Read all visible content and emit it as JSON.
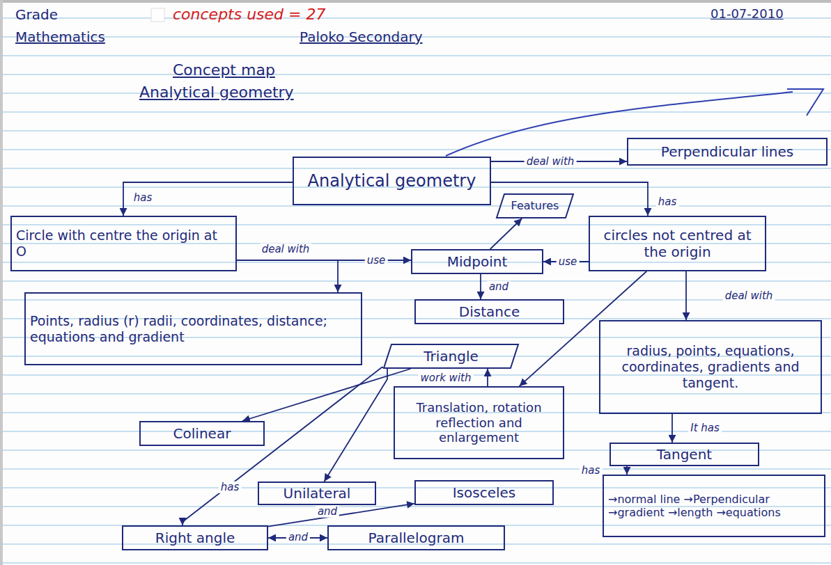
{
  "diagram": {
    "title": "Concept map",
    "nodes": [
      {
        "text": [
          "Analytical geometry"
        ]
      },
      {
        "text": [
          "Perpendicular lines"
        ]
      },
      {
        "text": [
          "Circle with centre the origin at O"
        ]
      },
      {
        "text": [
          "Features"
        ]
      },
      {
        "text": [
          "circles not centred at the origin"
        ]
      },
      {
        "text": [
          "Midpoint"
        ]
      },
      {
        "text": [
          "Distance"
        ]
      },
      {
        "text": [
          "Points, radius (r) radii, coordinates, distance; equations and gradient"
        ]
      },
      {
        "text": [
          "Triangle"
        ]
      },
      {
        "text": [
          "radius, points, equations, coordinates, gradients and tangent."
        ]
      },
      {
        "text": [
          "Translation, rotation reflection and enlargement"
        ]
      },
      {
        "text": [
          "Colinear"
        ]
      },
      {
        "text": [
          "Tangent"
        ]
      },
      {
        "text": [
          "→normal line →Perpendicular →gradient →length →equations"
        ]
      },
      {
        "text": [
          "Isosceles"
        ]
      },
      {
        "text": [
          "Unilateral"
        ]
      },
      {
        "text": [
          "Right angle"
        ]
      },
      {
        "text": [
          "Parallelogram"
        ]
      }
    ],
    "edges": [
      {
        "from": 0,
        "to": 1,
        "label": "deal with",
        "arrow": "to"
      },
      {
        "from": 0,
        "to": 2,
        "label": "has",
        "arrow": "to"
      },
      {
        "from": 0,
        "to": 4,
        "label": "has",
        "arrow": "to"
      },
      {
        "from": 2,
        "to": 5,
        "label": "use",
        "arrow": "to"
      },
      {
        "from": 2,
        "to": 7,
        "label": "deal with",
        "arrow": "to"
      },
      {
        "from": 4,
        "to": 5,
        "label": "use",
        "arrow": "to"
      },
      {
        "from": 5,
        "to": 3,
        "arrow": "to"
      },
      {
        "from": 5,
        "to": 6,
        "label": "and",
        "arrow": "to"
      },
      {
        "from": 4,
        "to": 10,
        "arrow": "to"
      },
      {
        "from": 4,
        "to": 9,
        "label": "deal with",
        "arrow": "to"
      },
      {
        "from": 9,
        "to": 12,
        "label": "It has",
        "arrow": "to"
      },
      {
        "from": 12,
        "to": 13,
        "label": "has",
        "arrow": "to"
      },
      {
        "from": 10,
        "to": 8,
        "label": "work with",
        "arrow": "to"
      },
      {
        "from": 8,
        "to": 11,
        "arrow": "to"
      },
      {
        "from": 8,
        "to": 15,
        "arrow": "to"
      },
      {
        "from": 8,
        "to": 16,
        "label": "has",
        "arrow": "to"
      },
      {
        "from": 16,
        "to": 14,
        "label": "and",
        "arrow": "to"
      },
      {
        "from": 16,
        "to": 17,
        "label": "and",
        "arrow": "both"
      }
    ],
    "labels": [
      "Grade",
      "concepts used = 27",
      "01-07-2010",
      "Mathematics",
      "Paloko Secondary",
      "Analytical geometry"
    ]
  }
}
